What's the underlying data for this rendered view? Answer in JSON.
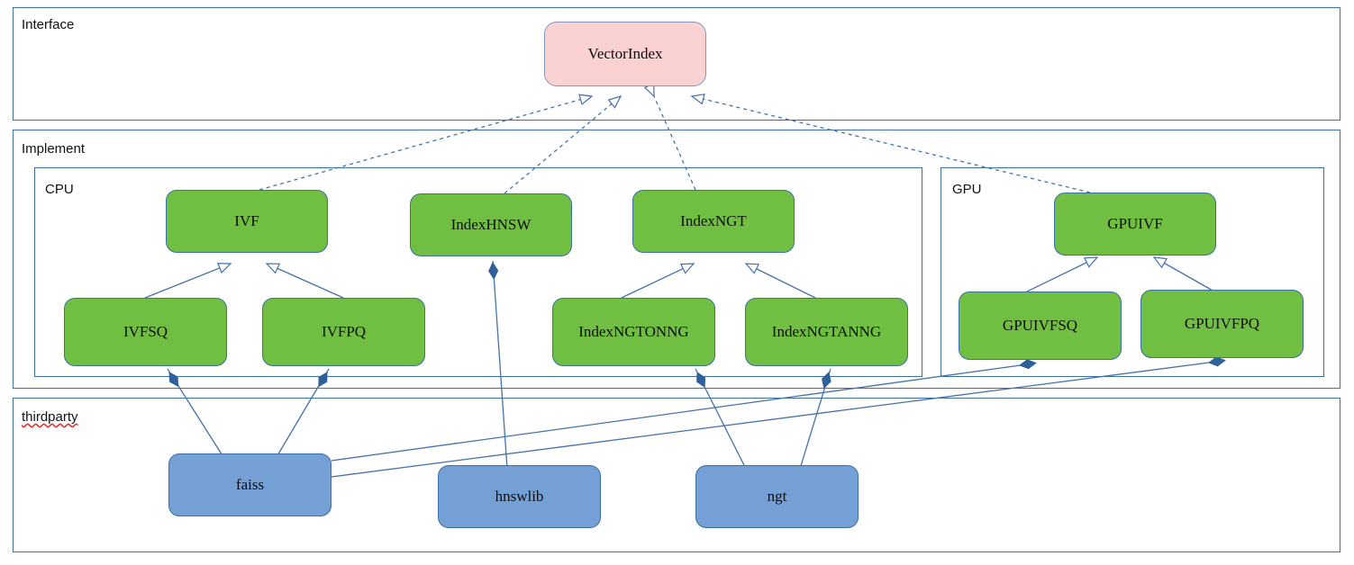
{
  "diagram": {
    "type": "uml-class-diagram",
    "title": "",
    "palette": {
      "interface_fill": "#fad2d2",
      "implement_fill": "#70bf43",
      "thirdparty_fill": "#74a0d5",
      "border": "#3b6ea5",
      "edge": "#4472a8",
      "spellcheck_underline": "#e8251f"
    }
  },
  "packages": [
    {
      "id": "interface",
      "label": "Interface"
    },
    {
      "id": "implement",
      "label": "Implement"
    },
    {
      "id": "cpu",
      "label": "CPU"
    },
    {
      "id": "gpu",
      "label": "GPU"
    },
    {
      "id": "thirdparty",
      "label": "thirdparty",
      "misspelled": true
    }
  ],
  "nodes": {
    "vectorindex": {
      "label": "VectorIndex",
      "group": "interface",
      "style": "pink"
    },
    "ivf": {
      "label": "IVF",
      "group": "cpu",
      "style": "green"
    },
    "indexhnsw": {
      "label": "IndexHNSW",
      "group": "cpu",
      "style": "green"
    },
    "indexngt": {
      "label": "IndexNGT",
      "group": "cpu",
      "style": "green"
    },
    "ivfsq": {
      "label": "IVFSQ",
      "group": "cpu",
      "style": "green"
    },
    "ivfpq": {
      "label": "IVFPQ",
      "group": "cpu",
      "style": "green"
    },
    "indexngtonng": {
      "label": "IndexNGTONNG",
      "group": "cpu",
      "style": "green"
    },
    "indexngtanng": {
      "label": "IndexNGTANNG",
      "group": "cpu",
      "style": "green"
    },
    "gpuivf": {
      "label": "GPUIVF",
      "group": "gpu",
      "style": "green"
    },
    "gpuivfsq": {
      "label": "GPUIVFSQ",
      "group": "gpu",
      "style": "green"
    },
    "gpuivfpq": {
      "label": "GPUIVFPQ",
      "group": "gpu",
      "style": "green"
    },
    "faiss": {
      "label": "faiss",
      "group": "thirdparty",
      "style": "blue"
    },
    "hnswlib": {
      "label": "hnswlib",
      "group": "thirdparty",
      "style": "blue"
    },
    "ngt": {
      "label": "ngt",
      "group": "thirdparty",
      "style": "blue"
    }
  },
  "edges": [
    {
      "from": "ivf",
      "to": "vectorindex",
      "kind": "realization",
      "marker": "hollow-triangle",
      "line": "dashed"
    },
    {
      "from": "indexhnsw",
      "to": "vectorindex",
      "kind": "realization",
      "marker": "hollow-triangle",
      "line": "dashed"
    },
    {
      "from": "indexngt",
      "to": "vectorindex",
      "kind": "realization",
      "marker": "hollow-triangle",
      "line": "dashed"
    },
    {
      "from": "gpuivf",
      "to": "vectorindex",
      "kind": "realization",
      "marker": "hollow-triangle",
      "line": "dashed"
    },
    {
      "from": "ivfsq",
      "to": "ivf",
      "kind": "generalization",
      "marker": "hollow-triangle",
      "line": "solid"
    },
    {
      "from": "ivfpq",
      "to": "ivf",
      "kind": "generalization",
      "marker": "hollow-triangle",
      "line": "solid"
    },
    {
      "from": "indexngtonng",
      "to": "indexngt",
      "kind": "generalization",
      "marker": "hollow-triangle",
      "line": "solid"
    },
    {
      "from": "indexngtanng",
      "to": "indexngt",
      "kind": "generalization",
      "marker": "hollow-triangle",
      "line": "solid"
    },
    {
      "from": "gpuivfsq",
      "to": "gpuivf",
      "kind": "generalization",
      "marker": "hollow-triangle",
      "line": "solid"
    },
    {
      "from": "gpuivfpq",
      "to": "gpuivf",
      "kind": "generalization",
      "marker": "hollow-triangle",
      "line": "solid"
    },
    {
      "from": "faiss",
      "to": "ivfsq",
      "kind": "composition",
      "marker": "filled-diamond",
      "line": "solid"
    },
    {
      "from": "faiss",
      "to": "ivfpq",
      "kind": "composition",
      "marker": "filled-diamond",
      "line": "solid"
    },
    {
      "from": "faiss",
      "to": "gpuivfsq",
      "kind": "composition",
      "marker": "filled-diamond",
      "line": "solid"
    },
    {
      "from": "faiss",
      "to": "gpuivfpq",
      "kind": "composition",
      "marker": "filled-diamond",
      "line": "solid"
    },
    {
      "from": "hnswlib",
      "to": "indexhnsw",
      "kind": "composition",
      "marker": "filled-diamond",
      "line": "solid"
    },
    {
      "from": "ngt",
      "to": "indexngtonng",
      "kind": "composition",
      "marker": "filled-diamond",
      "line": "solid"
    },
    {
      "from": "ngt",
      "to": "indexngtanng",
      "kind": "composition",
      "marker": "filled-diamond",
      "line": "solid"
    }
  ]
}
